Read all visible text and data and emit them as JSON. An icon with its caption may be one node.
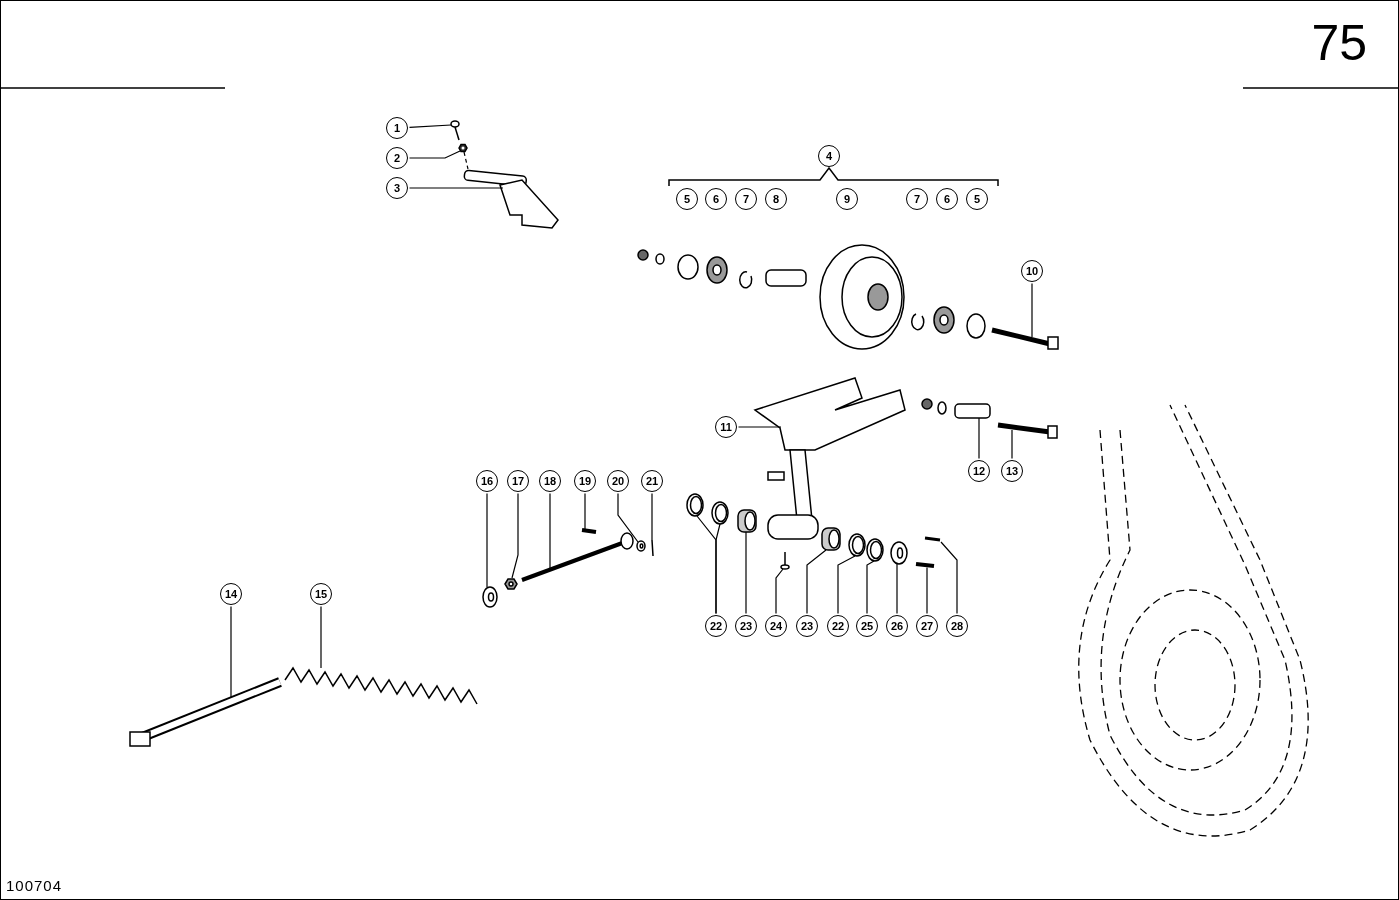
{
  "diagram": {
    "nodes": [
      {
        "text": [
          "1"
        ]
      },
      {
        "text": [
          "2"
        ]
      },
      {
        "text": [
          "3"
        ]
      },
      {
        "text": [
          "4"
        ]
      },
      {
        "text": [
          "5"
        ]
      },
      {
        "text": [
          "6"
        ]
      },
      {
        "text": [
          "7"
        ]
      },
      {
        "text": [
          "8"
        ]
      },
      {
        "text": [
          "9"
        ]
      },
      {
        "text": [
          "7"
        ]
      },
      {
        "text": [
          "6"
        ]
      },
      {
        "text": [
          "5"
        ]
      },
      {
        "text": [
          "10"
        ]
      },
      {
        "text": [
          "11"
        ]
      },
      {
        "text": [
          "12"
        ]
      },
      {
        "text": [
          "13"
        ]
      },
      {
        "text": [
          "16"
        ]
      },
      {
        "text": [
          "17"
        ]
      },
      {
        "text": [
          "18"
        ]
      },
      {
        "text": [
          "19"
        ]
      },
      {
        "text": [
          "20"
        ]
      },
      {
        "text": [
          "21"
        ]
      },
      {
        "text": [
          "14"
        ]
      },
      {
        "text": [
          "15"
        ]
      },
      {
        "text": [
          "22"
        ]
      },
      {
        "text": [
          "23"
        ]
      },
      {
        "text": [
          "24"
        ]
      },
      {
        "text": [
          "23"
        ]
      },
      {
        "text": [
          "22"
        ]
      },
      {
        "text": [
          "25"
        ]
      },
      {
        "text": [
          "26"
        ]
      },
      {
        "text": [
          "27"
        ]
      },
      {
        "text": [
          "28"
        ]
      },
      {
        "text": [],
        "shape": "picture"
      },
      {
        "text": [],
        "shape": "picture"
      },
      {
        "text": [],
        "shape": "picture"
      },
      {
        "text": [],
        "shape": "picture"
      },
      {
        "text": [],
        "shape": "picture"
      },
      {
        "text": [],
        "shape": "picture"
      },
      {
        "text": [],
        "shape": "picture"
      },
      {
        "text": [],
        "shape": "picture"
      },
      {
        "text": [],
        "shape": "picture"
      },
      {
        "text": [],
        "shape": "picture"
      },
      {
        "text": [],
        "shape": "picture"
      },
      {
        "text": [],
        "shape": "picture"
      },
      {
        "text": [],
        "shape": "picture"
      },
      {
        "text": [],
        "shape": "picture"
      },
      {
        "text": [],
        "shape": "picture"
      },
      {
        "text": [],
        "shape": "picture"
      },
      {
        "text": [],
        "shape": "picture"
      },
      {
        "text": [],
        "shape": "picture"
      },
      {
        "text": [],
        "shape": "picture"
      },
      {
        "text": [],
        "shape": "picture"
      },
      {
        "text": [],
        "shape": "picture"
      },
      {
        "text": [],
        "shape": "picture"
      },
      {
        "text": [],
        "shape": "picture"
      },
      {
        "text": [],
        "shape": "picture"
      },
      {
        "text": [],
        "shape": "picture"
      }
    ],
    "edges": [
      {
        "from": 0,
        "to": 33,
        "arrow": "none"
      },
      {
        "from": 1,
        "to": 34,
        "arrow": "none"
      },
      {
        "from": 2,
        "to": 35,
        "arrow": "none"
      },
      {
        "from": 12,
        "to": 36,
        "arrow": "none"
      },
      {
        "from": 13,
        "to": 37,
        "arrow": "none"
      },
      {
        "from": 14,
        "to": 38,
        "arrow": "none"
      },
      {
        "from": 15,
        "to": 39,
        "arrow": "none"
      },
      {
        "from": 16,
        "to": 42,
        "arrow": "none"
      },
      {
        "from": 17,
        "to": 43,
        "arrow": "none"
      },
      {
        "from": 18,
        "to": 44,
        "arrow": "none"
      },
      {
        "from": 19,
        "to": 45,
        "arrow": "none"
      },
      {
        "from": 20,
        "to": 46,
        "arrow": "none"
      },
      {
        "from": 21,
        "to": 47,
        "arrow": "none"
      },
      {
        "from": 22,
        "to": 40,
        "arrow": "none"
      },
      {
        "from": 23,
        "to": 41,
        "arrow": "none"
      },
      {
        "from": 24,
        "to": 48,
        "arrow": "none"
      },
      {
        "from": 24,
        "to": 49,
        "arrow": "none"
      },
      {
        "from": 25,
        "to": 50,
        "arrow": "none"
      },
      {
        "from": 26,
        "to": 51,
        "arrow": "none"
      },
      {
        "from": 27,
        "to": 52,
        "arrow": "none"
      },
      {
        "from": 28,
        "to": 53,
        "arrow": "none"
      },
      {
        "from": 29,
        "to": 54,
        "arrow": "none"
      },
      {
        "from": 30,
        "to": 55,
        "arrow": "none"
      },
      {
        "from": 31,
        "to": 56,
        "arrow": "none"
      },
      {
        "from": 32,
        "to": 57,
        "arrow": "none"
      },
      {
        "from": 34,
        "to": 35,
        "arrow": "none",
        "style": "dashed"
      }
    ],
    "labels": [
      "75",
      "100704"
    ]
  }
}
